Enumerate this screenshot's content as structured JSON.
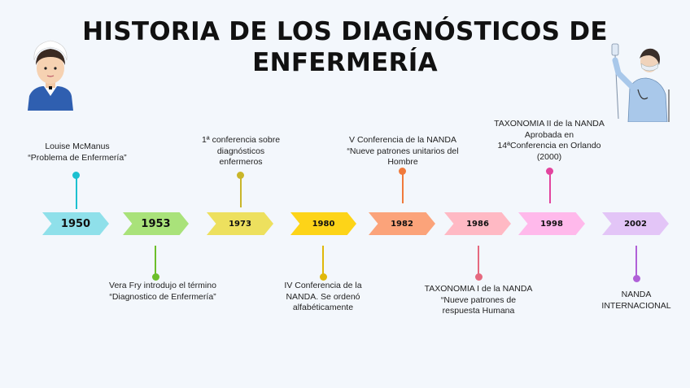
{
  "title": "HISTORIA DE LOS DIAGNÓSTICOS DE ENFERMERÍA",
  "colors": {
    "c1950": "#8fe0ea",
    "c1953": "#a9e27a",
    "c1973": "#ede05e",
    "c1980": "#fdd418",
    "c1982": "#fba37a",
    "c1986": "#ffb9c4",
    "c1998": "#ffb9eb",
    "c2002": "#e3c5f7"
  },
  "timeline": [
    {
      "year": "1950",
      "text": "Louise McManus\n“Problema de Enfermería”"
    },
    {
      "year": "1953",
      "text": "Vera Fry introdujo el término\n“Diagnostico de Enfermería”"
    },
    {
      "year": "1973",
      "text": "1ª conferencia sobre\ndiagnósticos\nenfermeros"
    },
    {
      "year": "1980",
      "text": "IV Conferencia de la\nNANDA. Se ordenó\nalfabéticamente"
    },
    {
      "year": "1982",
      "text": "V Conferencia de la NANDA\n“Nueve patrones unitarios del\nHombre"
    },
    {
      "year": "1986",
      "text": "TAXONOMIA I de la NANDA\n“Nueve patrones de\nrespuesta Humana"
    },
    {
      "year": "1998",
      "text": "TAXONOMIA II de la NANDA\nAprobada en\n14ªConferencia en Orlando\n(2000)"
    },
    {
      "year": "2002",
      "text": "NANDA\nINTERNACIONAL"
    }
  ]
}
